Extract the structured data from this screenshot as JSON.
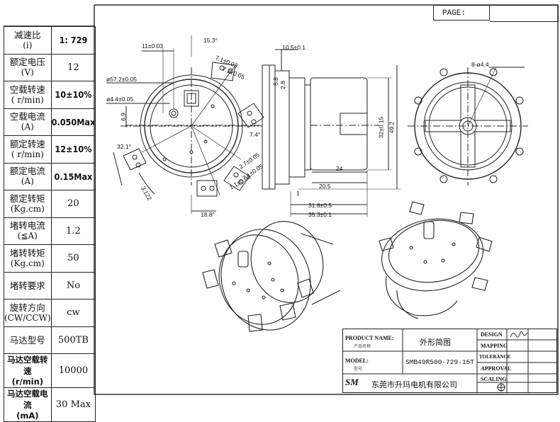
{
  "page_label": "PAGE:",
  "specs": [
    {
      "label": "减速比",
      "sub": "(i)",
      "value": "1: 729",
      "bold": true
    },
    {
      "label": "额定电压",
      "sub": "(V)",
      "value": "12",
      "bold": false
    },
    {
      "label": "空载转速",
      "sub": "( r/min)",
      "value": "10±10%",
      "bold": true
    },
    {
      "label": "空载电流",
      "sub": "(A)",
      "value": "0.050Max",
      "bold": true
    },
    {
      "label": "额定转速",
      "sub": "( r/min)",
      "value": "12±10%",
      "bold": true
    },
    {
      "label": "额定电流",
      "sub": "(A)",
      "value": "0.15Max",
      "bold": true
    },
    {
      "label": "额定转矩",
      "sub": "(Kg.cm)",
      "value": "20",
      "bold": false
    },
    {
      "label": "堵转电流",
      "sub": "(≦A)",
      "value": "1.2",
      "bold": false
    },
    {
      "label": "堵转转矩",
      "sub": "(Kg.cm)",
      "value": "50",
      "bold": false
    },
    {
      "label": "堵转要求",
      "sub": "",
      "value": "No",
      "bold": false
    },
    {
      "label": "旋转方向",
      "sub": "(CW/CCW)",
      "value": "cw",
      "bold": false
    },
    {
      "label": "马达型号",
      "sub": "",
      "value": "500TB",
      "bold": false
    },
    {
      "label": "马达空载转速",
      "sub": "(r/min)",
      "value": "10000",
      "bold": false,
      "label_bold": true
    },
    {
      "label": "马达空载电流",
      "sub": "(mA)",
      "value": "30 Max",
      "bold": false,
      "label_bold": true
    }
  ],
  "dims": {
    "d1": "11±0.03",
    "d2": "15.3°",
    "d3": "7.1±0.03",
    "d4": "7.2±0.05",
    "d5": "ø57.2±0.05",
    "d6": "ø4.4±0.05",
    "d7": "6.9",
    "d8": "32.1°",
    "d9": "7.4°",
    "d10": "1.1±0.05",
    "d11": "2.7±0.05",
    "d12": "7.1±0.05",
    "d13": "18.8°",
    "d14": "3.122",
    "d15": "10.5±0.1",
    "d16": "32±0.15",
    "d17": "49.2",
    "d18": "24",
    "d19": "20.5",
    "d20": "31.8±0.5",
    "d21": "35.3±0.1",
    "d22": "8-ø4.4",
    "d23": "5.8",
    "d24": "2.8",
    "d25": "1"
  },
  "title_block": {
    "product_name_label": "PRODUCT NAME:",
    "product_name_cn": "产品名称",
    "product_name": "外形简图",
    "model_label": "MODEL:",
    "model_cn": "型号",
    "model": "SMB49R500-729-15T",
    "company": "东莞市升玛电机有限公司",
    "logo": "SM",
    "design": "DESIGN",
    "mapping": "MAPPING",
    "tolerance": "TOLERANCE",
    "approval": "APPROVAL",
    "scaling": "SCALING"
  }
}
